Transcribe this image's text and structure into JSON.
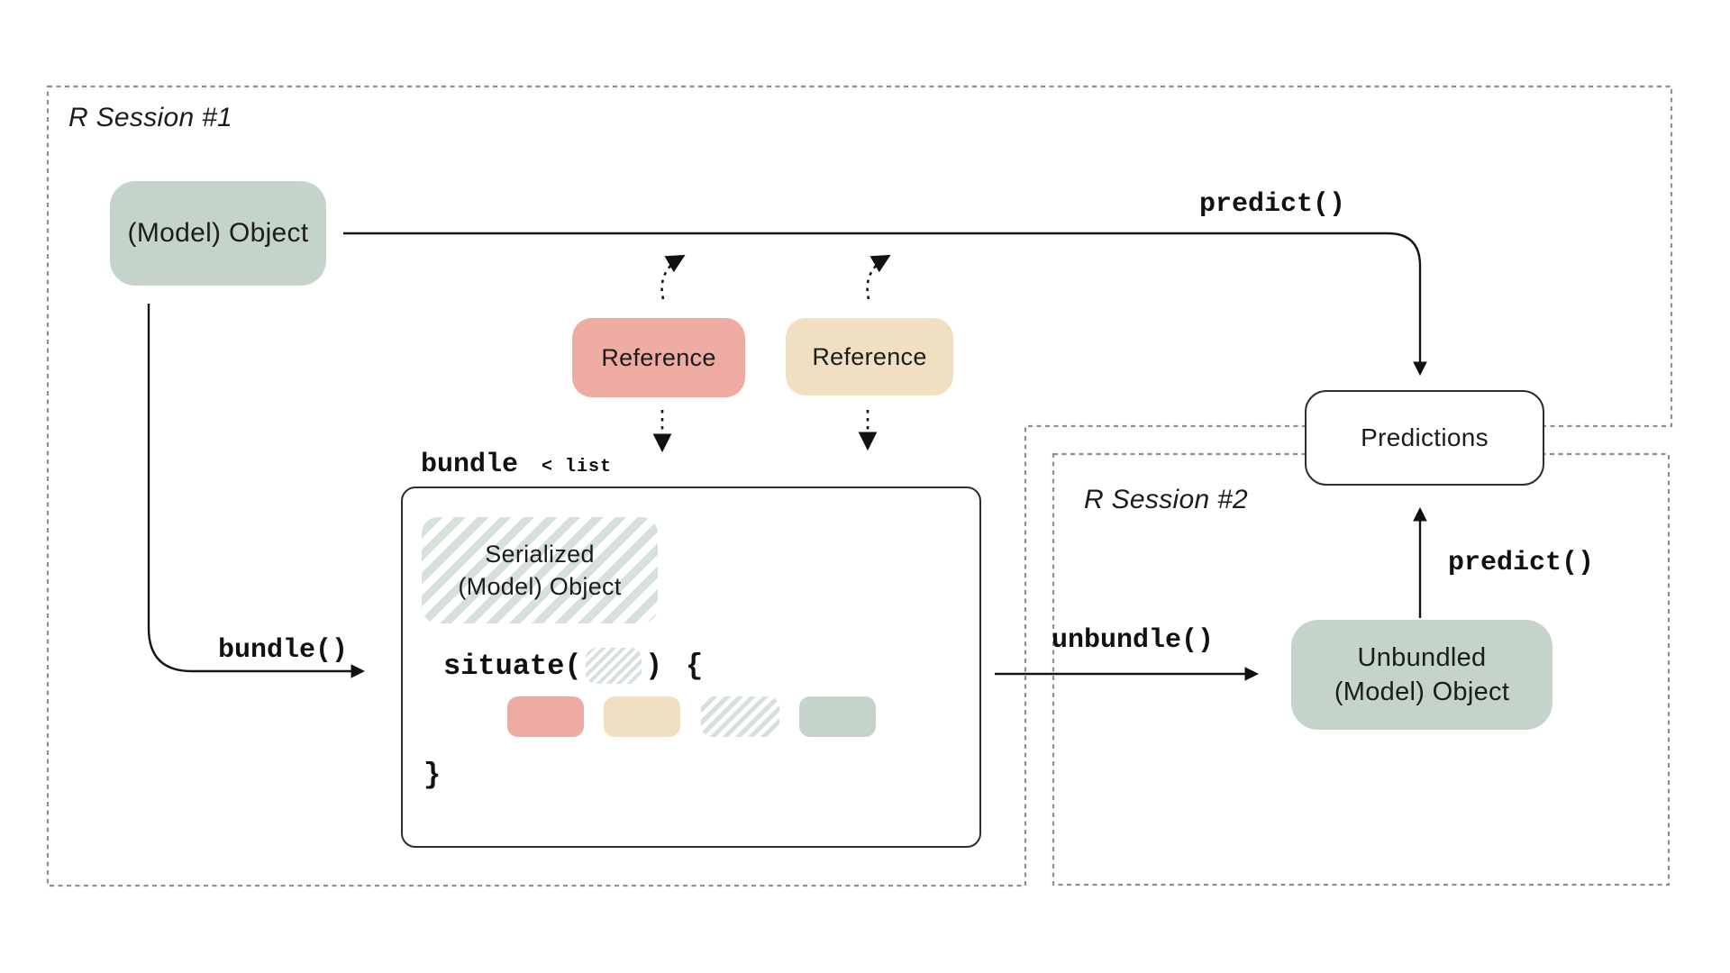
{
  "sessions": {
    "s1": {
      "label": "R Session #1"
    },
    "s2": {
      "label": "R Session #2"
    }
  },
  "nodes": {
    "model_object": {
      "label": "(Model) Object",
      "fill": "#c5d4cb"
    },
    "reference_1": {
      "label": "Reference",
      "fill": "#edaba2"
    },
    "reference_2": {
      "label": "Reference",
      "fill": "#f0dfc1"
    },
    "serialized": {
      "line1": "Serialized",
      "line2": "(Model) Object",
      "stripe_color": "#d6e1da"
    },
    "predictions": {
      "label": "Predictions",
      "fill": "#ffffff"
    },
    "unbundled": {
      "line1": "Unbundled",
      "line2": "(Model) Object",
      "fill": "#c5d4cb"
    }
  },
  "code": {
    "predict_top": "predict()",
    "bundle_fn": "bundle()",
    "unbundle_fn": "unbundle()",
    "predict_bottom": "predict()",
    "bundle_name": "bundle",
    "bundle_type": "< list",
    "situate_open": "situate(",
    "paren_close": ")",
    "brace_open": "{",
    "brace_close": "}"
  },
  "colors": {
    "sage": "#c5d4cb",
    "pink": "#edaba2",
    "tan": "#f0dfc1",
    "stripe_sage": "#d6e1da",
    "line_black": "#151515",
    "session_border_gray": "#8f8f8f",
    "background": "#ffffff"
  },
  "chips": [
    {
      "name": "pink-chip",
      "fill": "#edaba2"
    },
    {
      "name": "tan-chip",
      "fill": "#f0dfc1"
    },
    {
      "name": "striped-chip",
      "fill": "striped"
    },
    {
      "name": "sage-chip",
      "fill": "#c5d4cb"
    }
  ]
}
